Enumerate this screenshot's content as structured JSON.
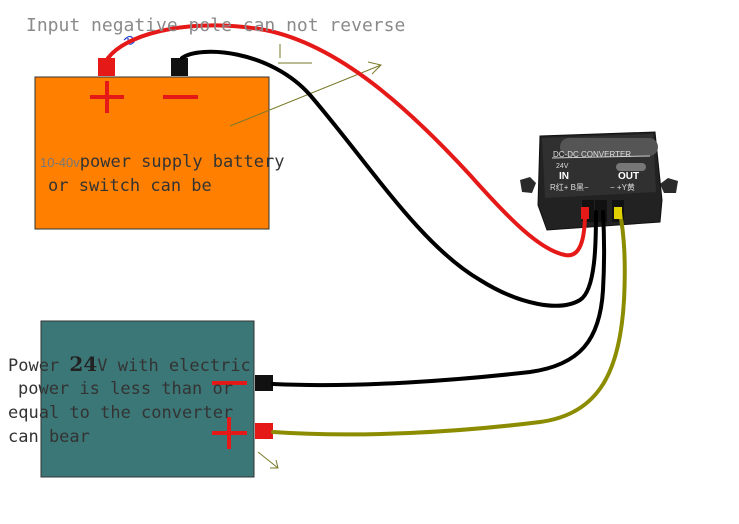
{
  "title": "Input negative pole can not reverse",
  "battery": {
    "plus_symbol": "+",
    "minus_symbol": "−",
    "voltage_range": "10-40v",
    "line1_text": "power supply battery",
    "line2_text": "or switch can be"
  },
  "load": {
    "line1_prefix": "Power ",
    "line1_voltage": "24",
    "line1_suffix": "V with electric",
    "line2_text": "power is less than or",
    "line3_text": "equal to the converter",
    "line4_text": "can bear",
    "plus_symbol": "+",
    "minus_symbol": "−"
  },
  "converter": {
    "model_text": "DC-DC  CONVERTER",
    "voltage_text": "24V",
    "in_label": "IN",
    "out_label": "OUT",
    "in_terminals": "R红+  B黑−",
    "out_terminals": "−  +Y黄"
  },
  "colors": {
    "battery_fill": "#ff8000",
    "load_fill": "#3c7777",
    "positive_wire": "#e61919",
    "negative_wire": "#000000",
    "output_positive_wire": "#8c8c00",
    "plus_sign": "#e61919",
    "minus_sign": "#e61919",
    "converter_body": "#2a2a2a"
  }
}
